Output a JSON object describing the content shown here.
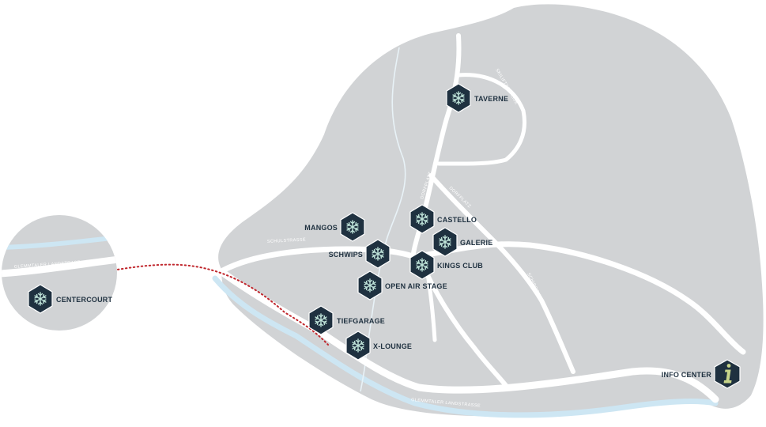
{
  "colors": {
    "land": "#d1d3d5",
    "road": "#ffffff",
    "river": "#cde6f3",
    "marker_fill": "#1f3140",
    "marker_icon": "#bfe3d9",
    "info_icon": "#c7d58a",
    "label": "#1f3140",
    "route": "#c0272d"
  },
  "icons": {
    "venue": "snowflake-icon",
    "info": "info-icon"
  },
  "streets": {
    "glemmtaler_main": "GLEMMTALER LANDSTRASSE",
    "glemmtaler_inset": "GLEMMTALER LANDSTRASE",
    "schulstrasse": "SCHULSTRASSE",
    "skiliftstrasse": "SKILIFTSTRASSE",
    "dorfplatz_a": "DORFPLATZ",
    "dorfplatz_b": "DORFPLATZ",
    "schirochstrasse": "SCHIROCHSTRASSE"
  },
  "venues": {
    "taverne": "TAVERNE",
    "castello": "CASTELLO",
    "mangos": "MANGOS",
    "galerie": "GALERIE",
    "schwips": "SCHWIPS",
    "kings_club": "KINGS CLUB",
    "open_air_stage": "OPEN AIR STAGE",
    "tiefgarage": "TIEFGARAGE",
    "x_lounge": "X-LOUNGE",
    "centercourt": "CENTERCOURT",
    "info_center": "INFO CENTER"
  }
}
